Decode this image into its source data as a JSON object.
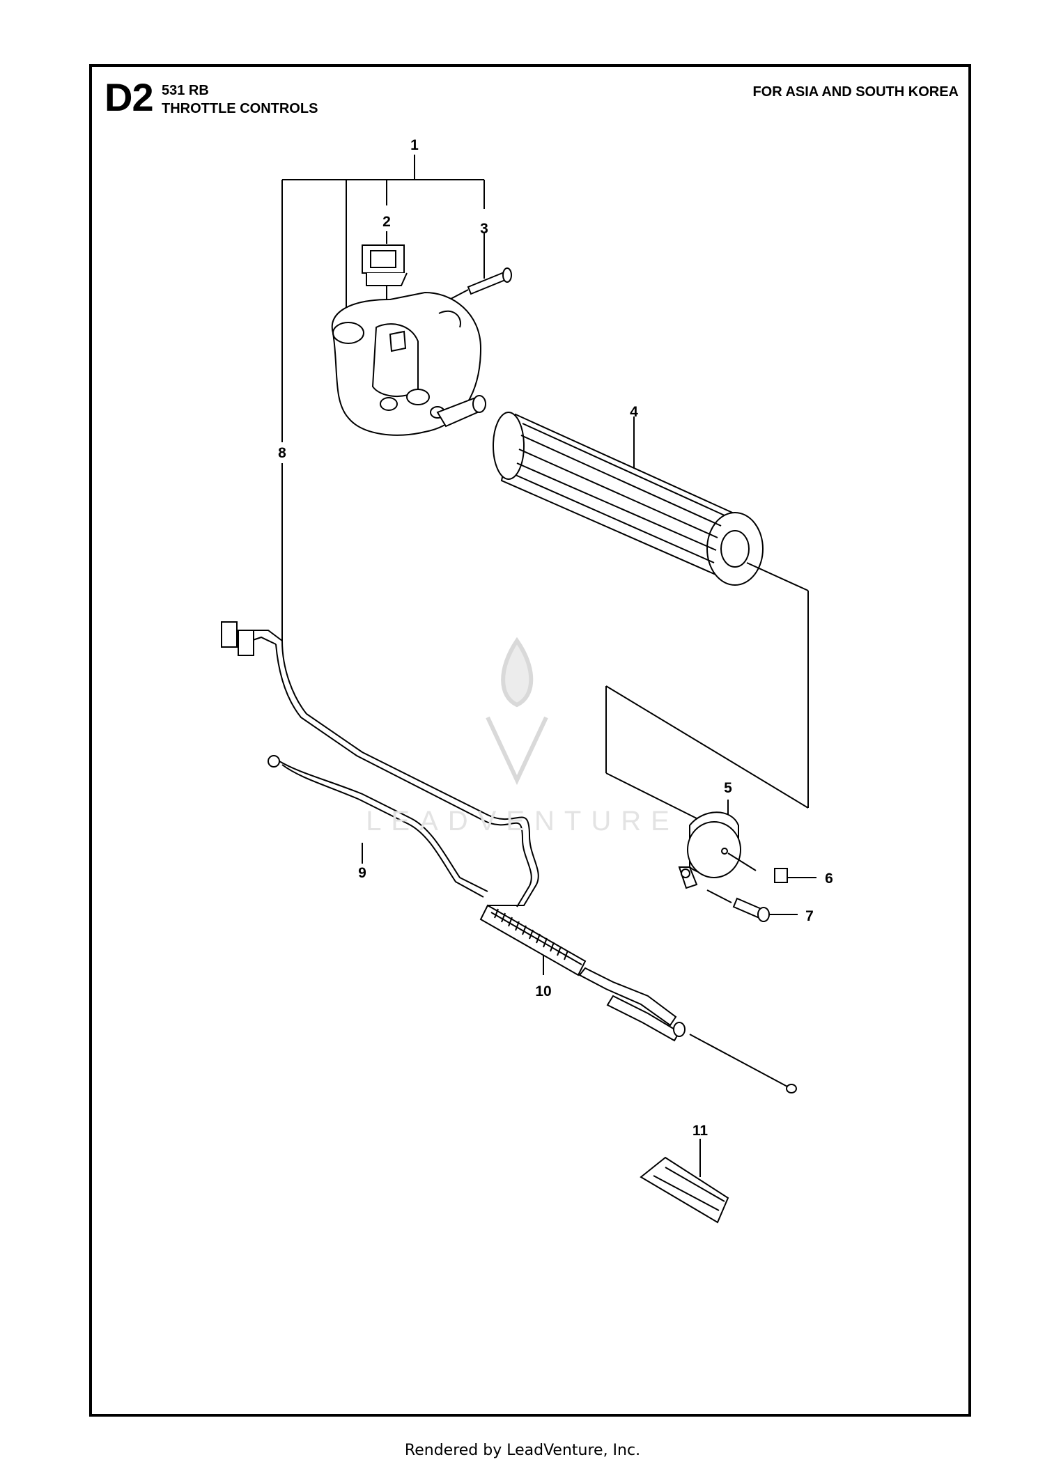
{
  "header": {
    "code": "D2",
    "model": "531 RB",
    "title": "THROTTLE CONTROLS",
    "region": "FOR ASIA AND SOUTH KOREA"
  },
  "watermark": {
    "text": "LEADVENTURE"
  },
  "callouts": [
    "1",
    "2",
    "3",
    "4",
    "5",
    "6",
    "7",
    "8",
    "9",
    "10",
    "11"
  ],
  "footer": "Rendered by LeadVenture, Inc."
}
